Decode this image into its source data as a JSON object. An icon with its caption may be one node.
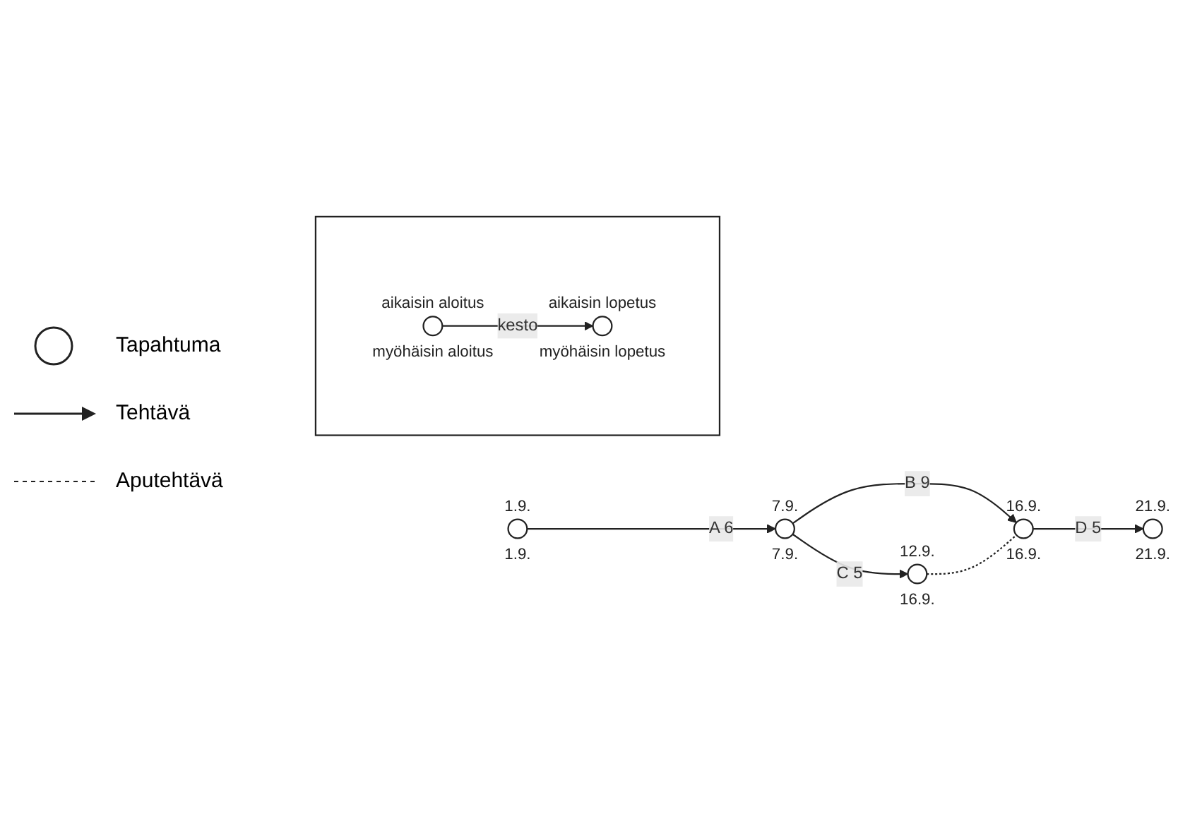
{
  "diagram": {
    "nodes": [
      {
        "text": [],
        "shape": "circle",
        "beside": [
          "1.9.",
          "1.9."
        ]
      },
      {
        "text": [],
        "shape": "circle",
        "beside": [
          "7.9.",
          "7.9."
        ]
      },
      {
        "text": [],
        "shape": "circle",
        "beside": [
          "16.9.",
          "16.9."
        ]
      },
      {
        "text": [],
        "shape": "circle",
        "beside": [
          "21.9.",
          "21.9."
        ]
      },
      {
        "text": [],
        "shape": "circle",
        "beside": [
          "12.9.",
          "16.9."
        ]
      },
      {
        "text": [],
        "shape": "box"
      },
      {
        "text": [],
        "shape": "circle",
        "in": 5,
        "beside": [
          "aikaisin aloitus",
          "myöhäisin aloitus"
        ]
      },
      {
        "text": [],
        "shape": "circle",
        "in": 5,
        "beside": [
          "aikaisin lopetus",
          "myöhäisin lopetus"
        ]
      }
    ],
    "edges": [
      {
        "from": 0,
        "to": 1,
        "arrow": "to",
        "label": "A 6"
      },
      {
        "from": 1,
        "to": 2,
        "arrow": "to",
        "label": "B 9"
      },
      {
        "from": 2,
        "to": 3,
        "arrow": "to",
        "label": "D 5"
      },
      {
        "from": 1,
        "to": 4,
        "arrow": "to",
        "label": "C 5"
      },
      {
        "from": 4,
        "to": 2,
        "arrow": "none",
        "style": "dashed"
      },
      {
        "from": 6,
        "to": 7,
        "arrow": "to",
        "label": "kesto"
      }
    ],
    "legend": [
      {
        "text": "Tapahtuma"
      },
      {
        "text": "Tehtävä"
      },
      {
        "text": "Aputehtävä"
      }
    ]
  }
}
